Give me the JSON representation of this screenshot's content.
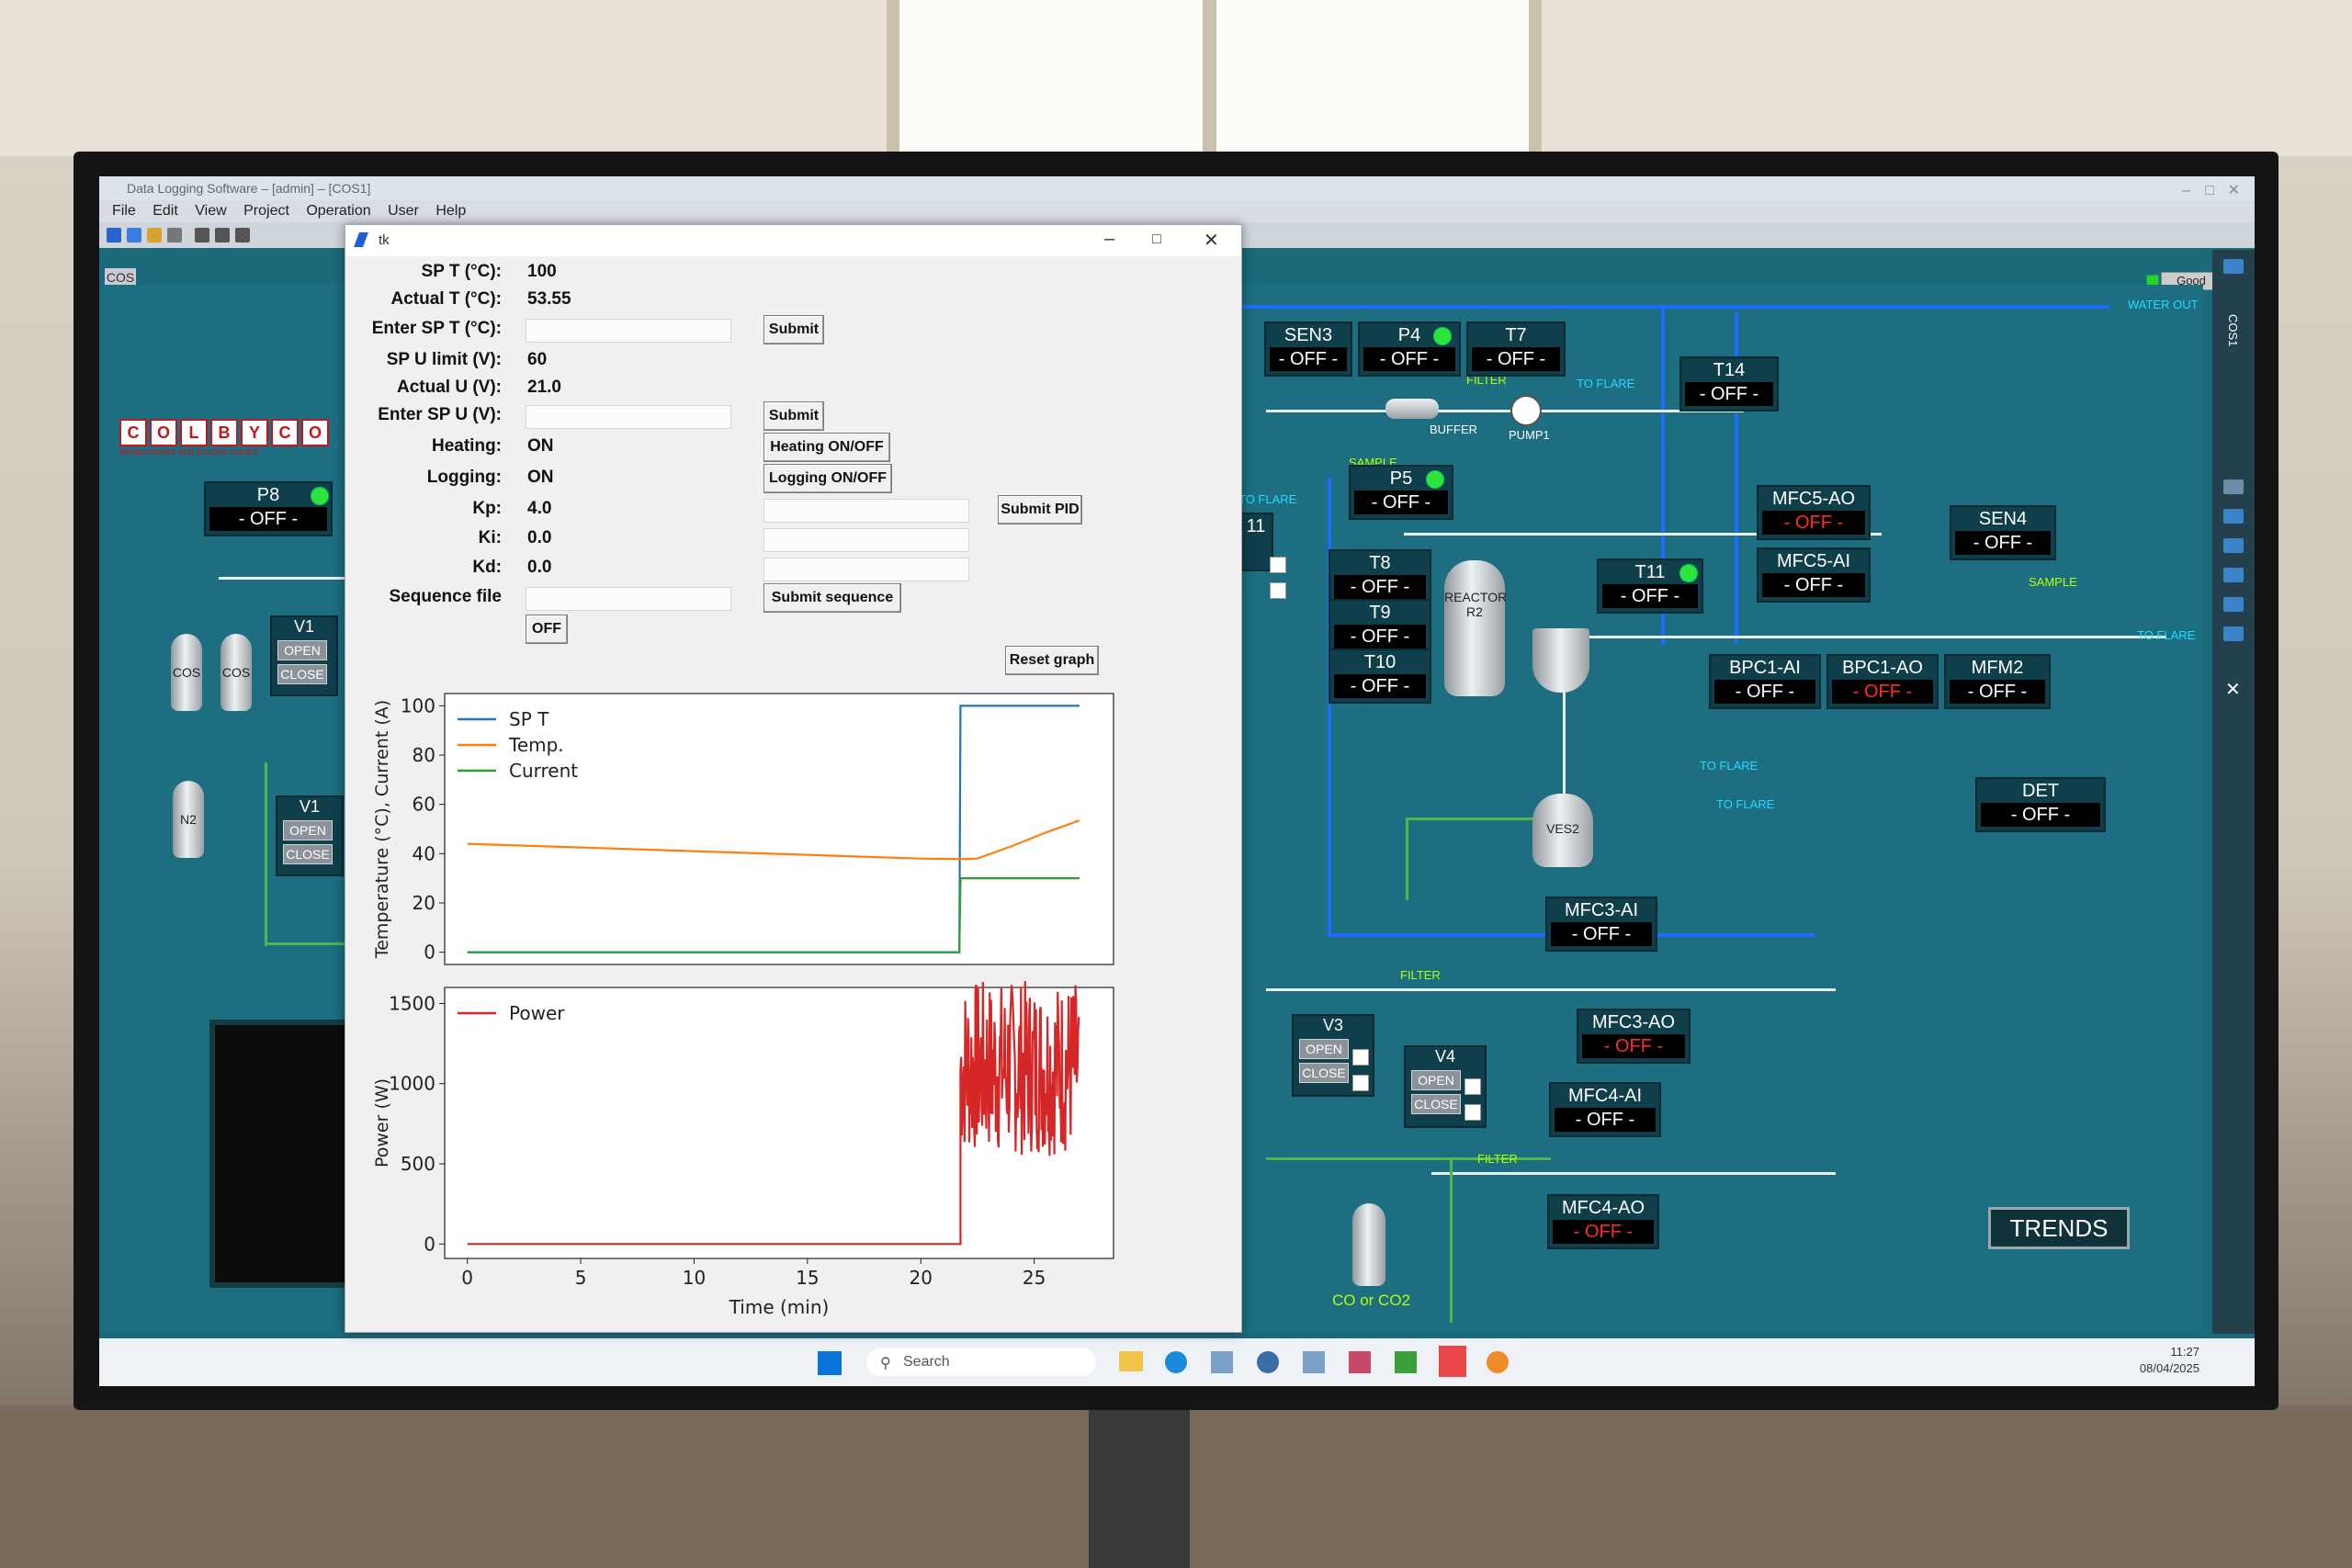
{
  "app": {
    "title": "Data Logging Software – [admin] – [COS1]",
    "menu": [
      "File",
      "Edit",
      "View",
      "Project",
      "Operation",
      "User",
      "Help"
    ],
    "doc_tab": "COS",
    "status": "Good",
    "side_label": "COS1",
    "trends_button": "TRENDS",
    "logo_letters": [
      "C",
      "O",
      "L",
      "B",
      "Y",
      "C",
      "O"
    ],
    "logo_tagline": "Measurement and process control"
  },
  "pid": {
    "tags": [
      {
        "id": "sen3",
        "name": "SEN3",
        "value": "- OFF -"
      },
      {
        "id": "p4",
        "name": "P4",
        "value": "- OFF -"
      },
      {
        "id": "t7",
        "name": "T7",
        "value": "- OFF -"
      },
      {
        "id": "t14",
        "name": "T14",
        "value": "- OFF -"
      },
      {
        "id": "p5",
        "name": "P5",
        "value": "- OFF -"
      },
      {
        "id": "t8",
        "name": "T8",
        "value": "- OFF -"
      },
      {
        "id": "t9",
        "name": "T9",
        "value": "- OFF -"
      },
      {
        "id": "t10",
        "name": "T10",
        "value": "- OFF -"
      },
      {
        "id": "t11",
        "name": "T11",
        "value": "- OFF -"
      },
      {
        "id": "mfc5ao",
        "name": "MFC5-AO",
        "value": "- OFF -"
      },
      {
        "id": "mfc5ai",
        "name": "MFC5-AI",
        "value": "- OFF -"
      },
      {
        "id": "sen4",
        "name": "SEN4",
        "value": "- OFF -"
      },
      {
        "id": "bpc1ai",
        "name": "BPC1-AI",
        "value": "- OFF -"
      },
      {
        "id": "bpc1ao",
        "name": "BPC1-AO",
        "value": "- OFF -"
      },
      {
        "id": "mfm2",
        "name": "MFM2",
        "value": "- OFF -"
      },
      {
        "id": "det",
        "name": "DET",
        "value": "- OFF -"
      },
      {
        "id": "mfc3ai",
        "name": "MFC3-AI",
        "value": "- OFF -"
      },
      {
        "id": "mfc3ao",
        "name": "MFC3-AO",
        "value": "- OFF -"
      },
      {
        "id": "mfc4ai",
        "name": "MFC4-AI",
        "value": "- OFF -"
      },
      {
        "id": "mfc4ao",
        "name": "MFC4-AO",
        "value": "- OFF -"
      },
      {
        "id": "p8",
        "name": "P8",
        "value": "- OFF -"
      }
    ],
    "valves": [
      {
        "id": "v1a",
        "name": "V1",
        "open": "OPEN",
        "close": "CLOSE"
      },
      {
        "id": "v1b",
        "name": "V1",
        "open": "OPEN",
        "close": "CLOSE"
      },
      {
        "id": "v3",
        "name": "V3",
        "open": "OPEN",
        "close": "CLOSE"
      },
      {
        "id": "v4",
        "name": "V4",
        "open": "OPEN",
        "close": "CLOSE"
      }
    ],
    "labels": {
      "water_out": "WATER OUT",
      "to_flare": "TO FLARE",
      "buffer": "BUFFER",
      "pump1": "PUMP1",
      "filter": "FILTER",
      "sample": "SAMPLE",
      "reactor": "REACTOR",
      "r2": "R2",
      "ves2": "VES2",
      "co_co2": "CO or CO2",
      "cos": "COS",
      "n2": "N2",
      "t11_left": "11"
    }
  },
  "tk": {
    "title": "tk",
    "rows": [
      {
        "label": "SP T (°C):",
        "value": "100"
      },
      {
        "label": "Actual T (°C):",
        "value": "53.55"
      },
      {
        "label": "Enter SP T (°C):",
        "value": ""
      },
      {
        "label": "SP U limit (V):",
        "value": "60"
      },
      {
        "label": "Actual U (V):",
        "value": "21.0"
      },
      {
        "label": "Enter SP U (V):",
        "value": ""
      },
      {
        "label": "Heating:",
        "value": "ON"
      },
      {
        "label": "Logging:",
        "value": "ON"
      },
      {
        "label": "Kp:",
        "value": "4.0"
      },
      {
        "label": "Ki:",
        "value": "0.0"
      },
      {
        "label": "Kd:",
        "value": "0.0"
      },
      {
        "label": "Sequence file",
        "value": ""
      }
    ],
    "buttons": {
      "submit_t": "Submit",
      "submit_u": "Submit",
      "heating": "Heating ON/OFF",
      "logging": "Logging ON/OFF",
      "submit_pid": "Submit PID",
      "submit_seq": "Submit sequence",
      "off": "OFF",
      "reset_graph": "Reset graph"
    }
  },
  "chart_data": [
    {
      "type": "line",
      "title": "",
      "xlabel": "",
      "ylabel": "Temperature (°C), Current (A)",
      "xlim": [
        -1,
        28.5
      ],
      "ylim": [
        -5,
        105
      ],
      "yticks": [
        0,
        20,
        40,
        60,
        80,
        100
      ],
      "legend": "top-left",
      "series": [
        {
          "name": "SP T",
          "color": "#1f77b4",
          "x": [
            0,
            21.7,
            21.75,
            27
          ],
          "y": [
            0,
            0,
            100,
            100
          ]
        },
        {
          "name": "Temp.",
          "color": "#ff7f0e",
          "x": [
            0,
            5,
            10,
            15,
            20,
            21.7,
            22.5,
            24,
            25.5,
            27
          ],
          "y": [
            44,
            42.5,
            41,
            39.5,
            38,
            37.8,
            38,
            43,
            48.5,
            53.5
          ]
        },
        {
          "name": "Current",
          "color": "#2ca02c",
          "x": [
            0,
            21.7,
            21.75,
            27
          ],
          "y": [
            0,
            0,
            30,
            30
          ]
        }
      ]
    },
    {
      "type": "line",
      "title": "",
      "xlabel": "Time (min)",
      "ylabel": "Power (W)",
      "xlim": [
        -1,
        28.5
      ],
      "ylim": [
        -90,
        1600
      ],
      "xticks": [
        0,
        5,
        10,
        15,
        20,
        25
      ],
      "yticks": [
        0,
        500,
        1000,
        1500
      ],
      "legend": "top-left",
      "series": [
        {
          "name": "Power",
          "color": "#d62728",
          "x_start": 0,
          "x_jump": 21.75,
          "x_end": 27,
          "baseline": 0,
          "noisy_min": 550,
          "noisy_max": 1650
        }
      ]
    }
  ],
  "taskbar": {
    "search_placeholder": "Search",
    "time": "11:27",
    "date": "08/04/2025"
  }
}
